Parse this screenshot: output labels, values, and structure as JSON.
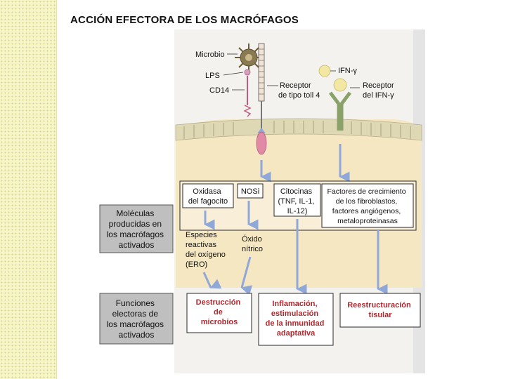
{
  "slide": {
    "title": "ACCIÓN EFECTORA DE LOS MACRÓFAGOS"
  },
  "figure": {
    "labels": {
      "microbio": "Microbio",
      "lps": "LPS",
      "cd14": "CD14",
      "tlr_line1": "Receptor",
      "tlr_line2": "de tipo toll 4",
      "ifng": "IFN-γ",
      "ifngr_line1": "Receptor",
      "ifngr_line2": "del IFN-γ"
    },
    "molecules_box": [
      "Moléculas",
      "producidas en",
      "los macrófagos",
      "activados"
    ],
    "functions_box": [
      "Funciones",
      "electoras de",
      "los macrófagos",
      "activados"
    ],
    "molecules": {
      "oxidasa": [
        "Oxidasa",
        "del fagocito"
      ],
      "nos": [
        "NOSi"
      ],
      "citocinas": [
        "Citocinas",
        "(TNF, IL-1,",
        "IL-12)"
      ],
      "factores": [
        "Factores de crecimiento",
        "de los fibroblastos,",
        "factores angiógenos,",
        "metaloproteinasas"
      ],
      "especies": [
        "Especies",
        "reactivas",
        "del oxígeno",
        "(ERO)"
      ],
      "oxido": [
        "Óxido",
        "nítrico"
      ]
    },
    "functions": {
      "destruccion": [
        "Destrucción",
        "de",
        "microbios"
      ],
      "inflamacion": [
        "Inflamación,",
        "estimulación",
        "de la inmunidad",
        "adaptativa"
      ],
      "reestructuracion": [
        "Reestructuración",
        "tisular"
      ]
    },
    "colors": {
      "cytoplasm": "#f6e7c3",
      "membrane": "#ded8b4",
      "box_border": "#2a2a2a",
      "function_text": "#b0282e",
      "arrow": "#8fa8d8",
      "tlr_pink": "#e08aa6",
      "microbe": "#8a7a52",
      "receptor_green": "#8aa26a",
      "ifng_ball": "#f2e8a4",
      "gray_box": "#bfbfbf"
    }
  }
}
